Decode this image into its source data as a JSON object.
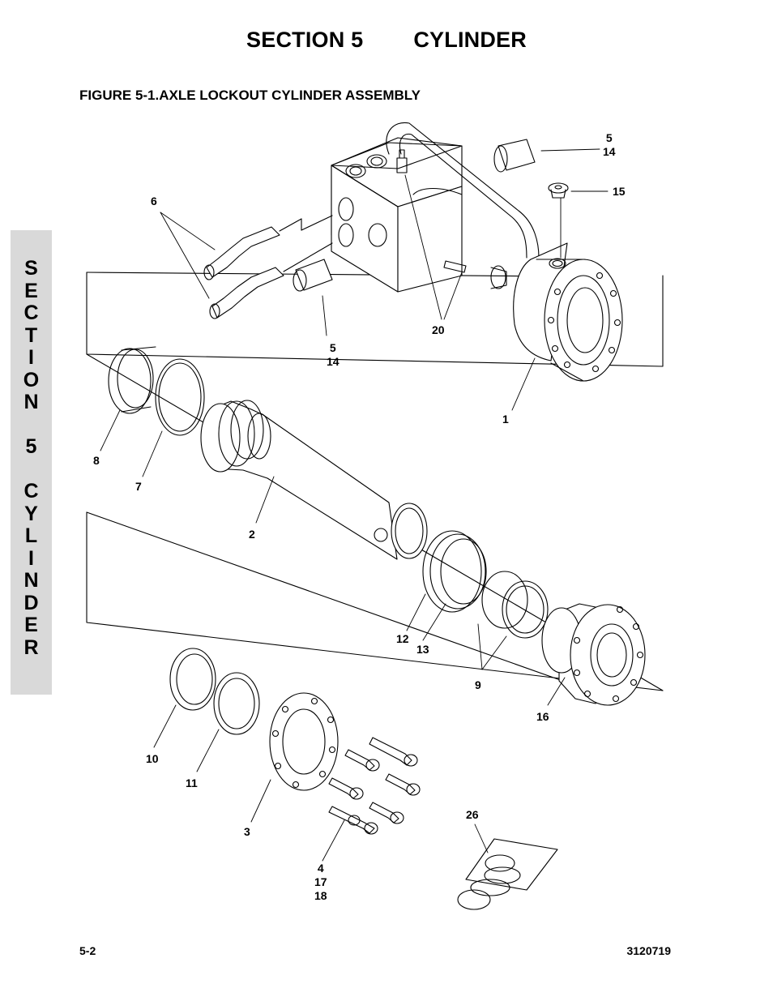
{
  "header": {
    "section": "SECTION 5",
    "title": "CYLINDER"
  },
  "figure": {
    "title": "FIGURE 5-1.AXLE LOCKOUT CYLINDER ASSEMBLY"
  },
  "side_tab": {
    "letters": [
      "S",
      "E",
      "C",
      "T",
      "I",
      "O",
      "N",
      "",
      "5",
      "",
      "C",
      "Y",
      "L",
      "I",
      "N",
      "D",
      "E",
      "R"
    ]
  },
  "callouts": {
    "c5_14_top": [
      "5",
      "14"
    ],
    "c15": [
      "15"
    ],
    "c6": [
      "6"
    ],
    "c5_14_mid": [
      "5",
      "14"
    ],
    "c20": [
      "20"
    ],
    "c1": [
      "1"
    ],
    "c8": [
      "8"
    ],
    "c7": [
      "7"
    ],
    "c2": [
      "2"
    ],
    "c12": [
      "12"
    ],
    "c13": [
      "13"
    ],
    "c9": [
      "9"
    ],
    "c16": [
      "16"
    ],
    "c10": [
      "10"
    ],
    "c11": [
      "11"
    ],
    "c3": [
      "3"
    ],
    "c26": [
      "26"
    ],
    "c4_17_18": [
      "4",
      "17",
      "18"
    ]
  },
  "footer": {
    "page_number": "5-2",
    "doc_number": "3120719"
  }
}
